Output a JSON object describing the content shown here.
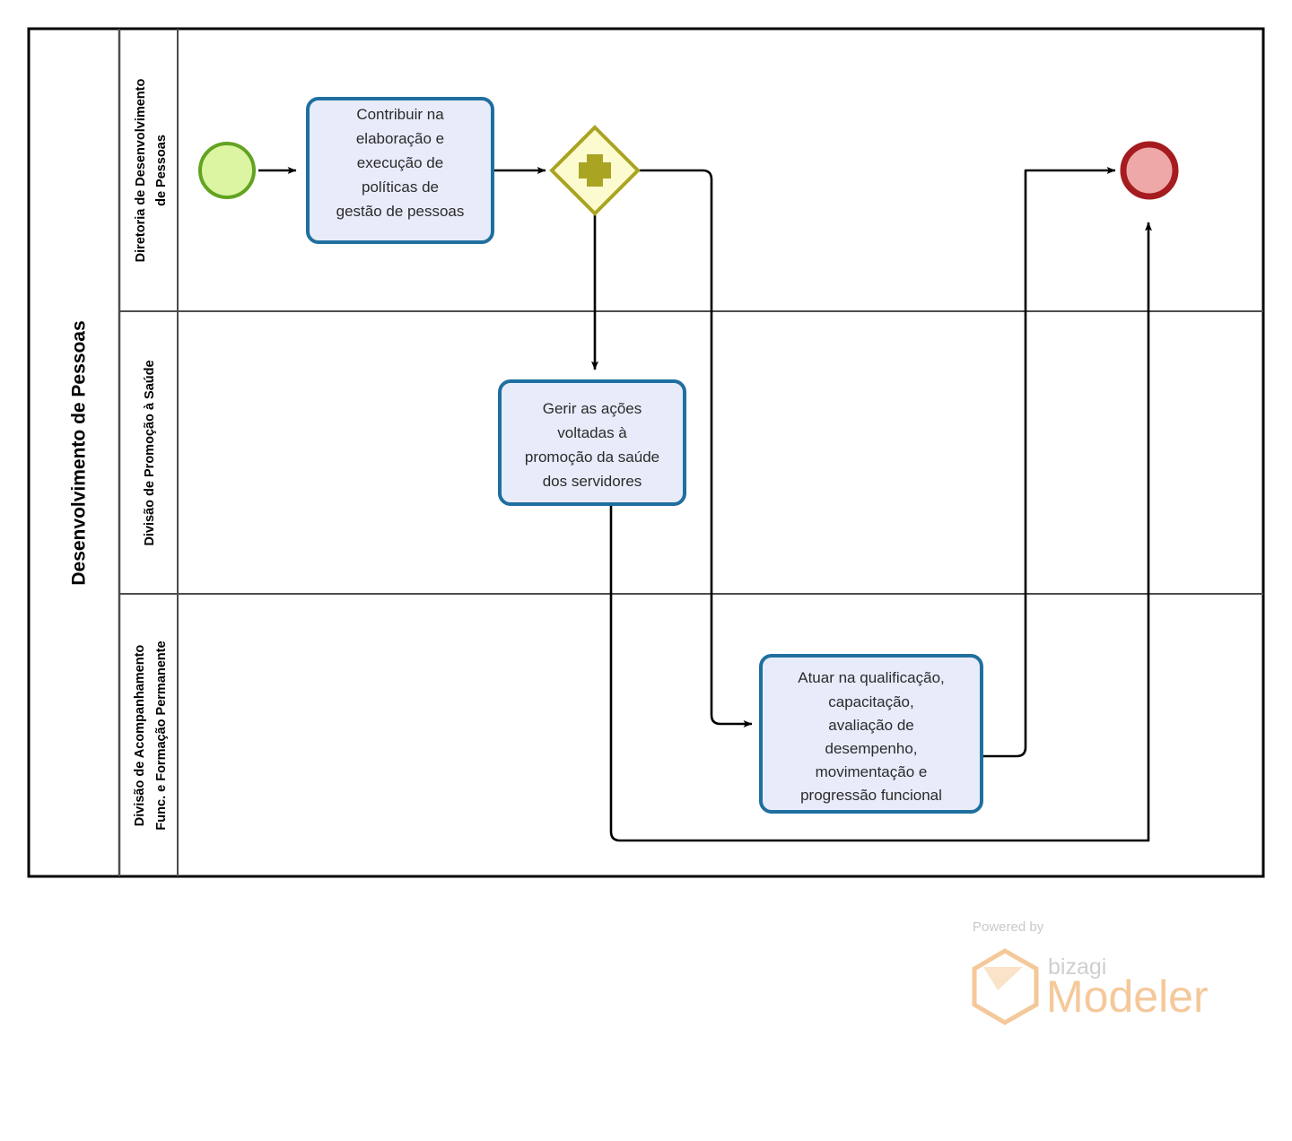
{
  "diagram": {
    "type": "bpmn-process-diagram",
    "pool": {
      "name": "Desenvolvimento de Pessoas"
    },
    "lanes": [
      {
        "id": "lane-diretoria",
        "name": "Diretoria de Desenvolvimento de Pessoas",
        "lines": [
          "Diretoria de Desenvolvimento",
          "de Pessoas"
        ]
      },
      {
        "id": "lane-promocao-saude",
        "name": "Divisão de Promoção à Saúde",
        "lines": [
          "Divisão de Promoção à Saúde"
        ]
      },
      {
        "id": "lane-acompanhamento",
        "name": "Divisão de Acompanhamento Func. e Formação Permanente",
        "lines": [
          "Divisão de Acompanhamento",
          "Func. e Formação Permanente"
        ]
      }
    ],
    "events": [
      {
        "id": "start-event",
        "kind": "start",
        "label": "",
        "lane": "lane-diretoria"
      },
      {
        "id": "end-event",
        "kind": "end",
        "label": "",
        "lane": "lane-diretoria"
      }
    ],
    "gateways": [
      {
        "id": "parallel-gateway",
        "kind": "parallel",
        "symbol": "+",
        "label": "",
        "lane": "lane-diretoria"
      }
    ],
    "tasks": [
      {
        "id": "task-politicas",
        "lane": "lane-diretoria",
        "text": "Contribuir na elaboração e execução de políticas de gestão de pessoas",
        "lines": [
          "Contribuir na",
          "elaboração e",
          "execução de",
          "políticas de",
          "gestão de pessoas"
        ]
      },
      {
        "id": "task-saude",
        "lane": "lane-promocao-saude",
        "text": "Gerir as ações voltadas à promoção da saúde dos servidores",
        "lines": [
          "Gerir as ações",
          "voltadas à",
          "promoção da saúde",
          "dos servidores"
        ]
      },
      {
        "id": "task-qualificacao",
        "lane": "lane-acompanhamento",
        "text": "Atuar na qualificação, capacitação, avaliação de desempenho, movimentação e progressão funcional",
        "lines": [
          "Atuar na qualificação,",
          "capacitação,",
          "avaliação de",
          "desempenho,",
          "movimentação e",
          "progressão funcional"
        ]
      }
    ],
    "flows": [
      {
        "id": "flow-start-to-task1",
        "from": "start-event",
        "to": "task-politicas",
        "label": ""
      },
      {
        "id": "flow-task1-to-gateway",
        "from": "task-politicas",
        "to": "parallel-gateway",
        "label": ""
      },
      {
        "id": "flow-gateway-to-task2",
        "from": "parallel-gateway",
        "to": "task-saude",
        "label": ""
      },
      {
        "id": "flow-gateway-to-task3",
        "from": "parallel-gateway",
        "to": "task-qualificacao",
        "label": ""
      },
      {
        "id": "flow-task3-to-end",
        "from": "task-qualificacao",
        "to": "end-event",
        "label": ""
      },
      {
        "id": "flow-task2-to-end",
        "from": "task-saude",
        "to": "end-event",
        "label": ""
      }
    ]
  },
  "branding": {
    "powered_by": "Powered by",
    "vendor": "bizagi",
    "product": "Modeler"
  },
  "colors": {
    "pool_border": "#000000",
    "lane_border": "#4d4d4d",
    "task_border": "#1f6fa0",
    "task_fill": "#e8ecfa",
    "start_border": "#62a321",
    "start_fill": "#dcf5a3",
    "end_border": "#a51c20",
    "end_fill": "#efa8a8",
    "gateway_border": "#aaa423",
    "gateway_fill": "#fcfbd0",
    "flow_stroke": "#000000",
    "logo_accent": "#f5c89a"
  }
}
